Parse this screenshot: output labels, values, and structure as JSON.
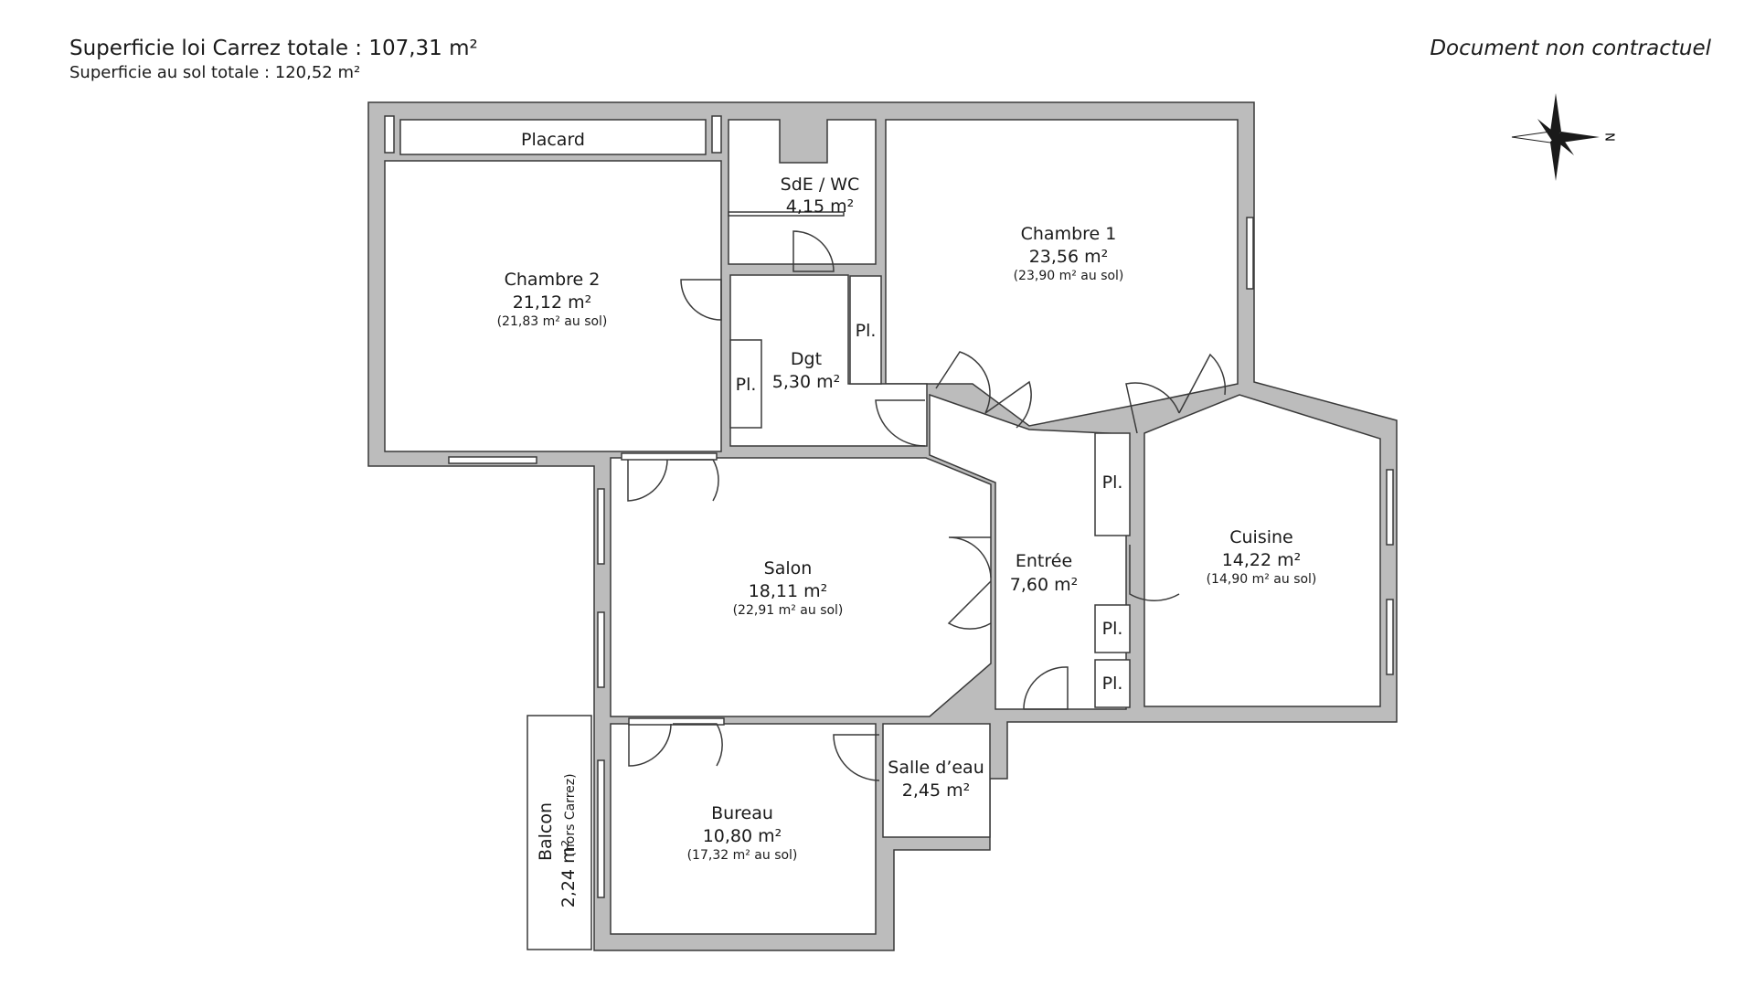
{
  "header": {
    "title": "Superficie loi Carrez totale : 107,31 m²",
    "subtitle": "Superficie au sol totale : 120,52 m²",
    "disclaimer": "Document non contractuel"
  },
  "compass": {
    "icon": "compass-rose-icon",
    "north_label": "N"
  },
  "rooms": {
    "placard": {
      "name": "Placard"
    },
    "sde_wc": {
      "name": "SdE / WC",
      "area": "4,15 m²"
    },
    "chambre1": {
      "name": "Chambre 1",
      "area": "23,56 m²",
      "sol": "(23,90 m² au sol)"
    },
    "chambre2": {
      "name": "Chambre 2",
      "area": "21,12 m²",
      "sol": "(21,83 m² au sol)"
    },
    "dgt": {
      "name": "Dgt",
      "area": "5,30 m²"
    },
    "salon": {
      "name": "Salon",
      "area": "18,11 m²",
      "sol": "(22,91 m² au sol)"
    },
    "entree": {
      "name": "Entrée",
      "area": "7,60 m²"
    },
    "cuisine": {
      "name": "Cuisine",
      "area": "14,22 m²",
      "sol": "(14,90 m² au sol)"
    },
    "salle_eau": {
      "name": "Salle d’eau",
      "area": "2,45 m²"
    },
    "bureau": {
      "name": "Bureau",
      "area": "10,80 m²",
      "sol": "(17,32 m² au sol)"
    },
    "balcon": {
      "name": "Balcon",
      "area": "2,24 m²",
      "note": "(hors Carrez)"
    }
  },
  "placards": {
    "label": "Pl."
  },
  "colors": {
    "wall": "#bcbcbc",
    "wall_edge": "#3a3a3a",
    "floor": "#ffffff"
  }
}
